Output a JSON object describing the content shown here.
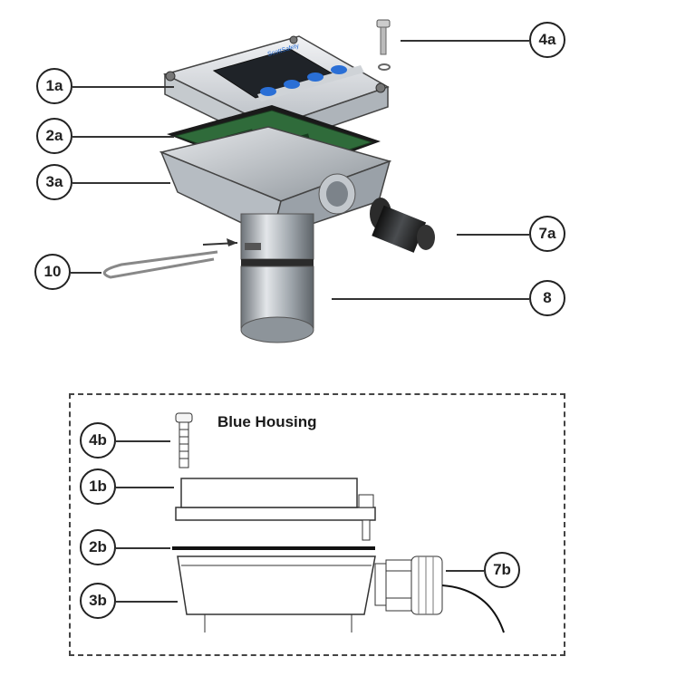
{
  "diagram": {
    "labels": {
      "l1a": "1a",
      "l2a": "2a",
      "l3a": "3a",
      "l4a": "4a",
      "l7a": "7a",
      "l10": "10",
      "l8": "8",
      "l4b": "4b",
      "l1b": "1b",
      "l2b": "2b",
      "l3b": "3b",
      "l7b": "7b"
    },
    "inset_title": "Blue Housing",
    "display_brand": "ScottSafety",
    "colors": {
      "housing": "#d9dde2",
      "pcb": "#2f6b3a",
      "display": "#1f2328",
      "button": "#2a6fd6",
      "sensor_metal": "#9aa1a8",
      "outline": "#222222"
    }
  }
}
